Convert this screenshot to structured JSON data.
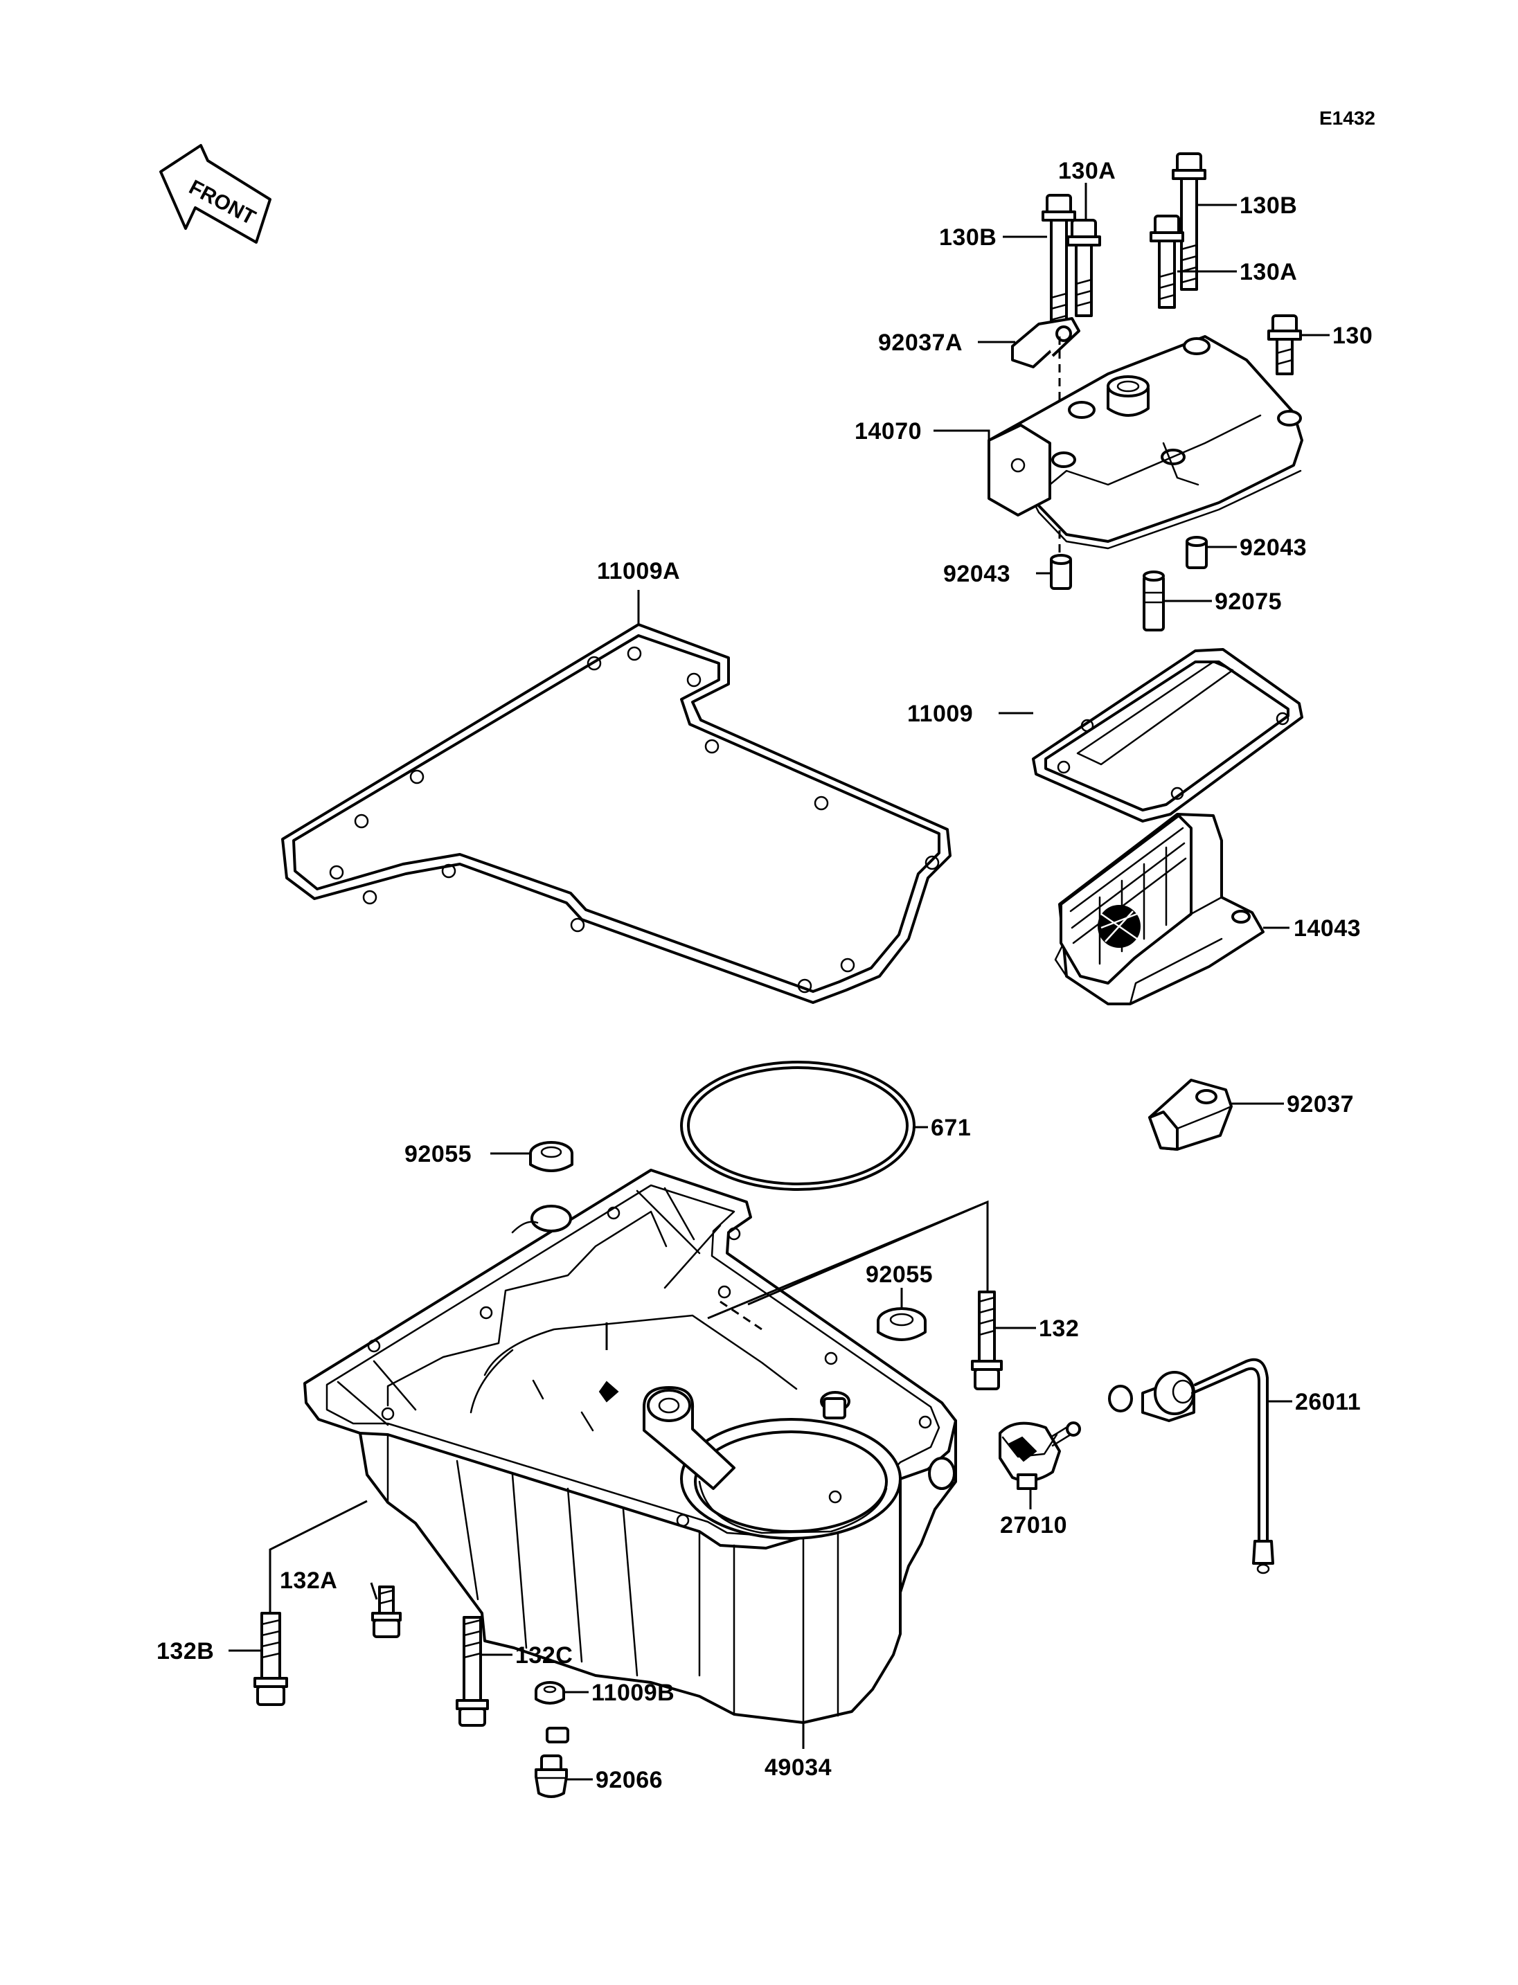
{
  "diagram_code": "E1432",
  "front_label": "FRONT",
  "labels": {
    "p130A_top": "130A",
    "p130B_right": "130B",
    "p130B_left": "130B",
    "p130A_right": "130A",
    "p130": "130",
    "p92037A": "92037A",
    "p14070": "14070",
    "p92043_left": "92043",
    "p92043_right": "92043",
    "p92075": "92075",
    "p11009A": "11009A",
    "p11009": "11009",
    "p14043": "14043",
    "p92037": "92037",
    "p671": "671",
    "p92055_left": "92055",
    "p92055_mid": "92055",
    "p132": "132",
    "p26011": "26011",
    "p27010": "27010",
    "p132A": "132A",
    "p132B": "132B",
    "p132C": "132C",
    "p11009B": "11009B",
    "p49034": "49034",
    "p92066": "92066"
  }
}
